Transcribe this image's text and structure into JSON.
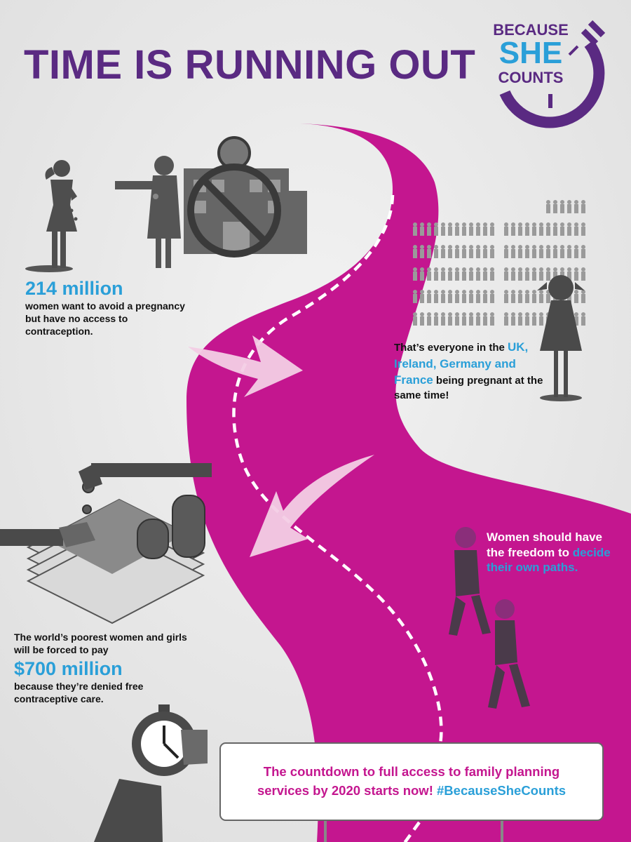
{
  "colors": {
    "purple": "#5a2a82",
    "magenta": "#c4168f",
    "blue": "#2a9fd8",
    "dark": "#111111",
    "gray": "#555555",
    "white": "#ffffff"
  },
  "header": {
    "title": "TIME IS RUNNING OUT"
  },
  "logo": {
    "line1": "BECAUSE",
    "line2": "SHE",
    "line3": "COUNTS",
    "icon": "stopwatch-ring-icon"
  },
  "stat_contraception": {
    "number": "214 million",
    "text": "women want to avoid a pregnancy but have no access to contraception."
  },
  "stat_population": {
    "text_before": "That’s everyone in the ",
    "highlight1": "UK,",
    "highlight2": "Ireland, Germany and",
    "highlight3": "France",
    "text_after": " being pregnant at the same time!"
  },
  "stat_money": {
    "text_before": "The world’s poorest women and girls will be forced to pay",
    "number": "$700 million",
    "text_after": "because they’re denied free contraceptive care."
  },
  "women_freedom": {
    "text_before": "Women should have the freedom to ",
    "highlight": "decide their own paths."
  },
  "sign": {
    "line1": "The countdown to full access to family planning",
    "line2_before": "services by 2020 starts now! ",
    "hashtag": "#BecauseSheCounts"
  },
  "icons": [
    "crying-woman-icon",
    "doctor-icon",
    "hospital-icon",
    "no-entry-icon",
    "population-crowd-icon",
    "standing-girl-icon",
    "money-stack-icon",
    "coin-stack-icon",
    "hand-icon",
    "stopwatch-icon",
    "walking-woman-icon",
    "walking-girl-icon",
    "curved-arrow-icon"
  ]
}
